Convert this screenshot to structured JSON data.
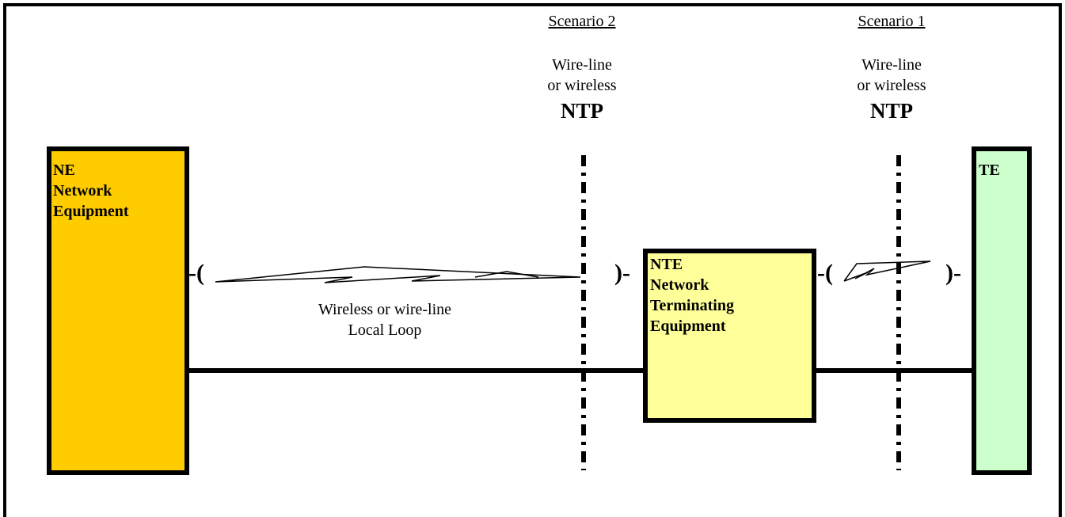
{
  "scenario2": {
    "title": "Scenario 2",
    "medium_line1": "Wire-line",
    "medium_line2": "or wireless",
    "point": "NTP"
  },
  "scenario1": {
    "title": "Scenario 1",
    "medium_line1": "Wire-line",
    "medium_line2": "or wireless",
    "point": "NTP"
  },
  "ne_box": {
    "line1": "NE",
    "line2": "Network",
    "line3": "Equipment",
    "color": "#FFCC00"
  },
  "nte_box": {
    "line1": "NTE",
    "line2": "Network",
    "line3": "Terminating",
    "line4": "Equipment",
    "color": "#FFFF99"
  },
  "te_box": {
    "line1": "TE",
    "color": "#CCFFCC"
  },
  "local_loop": {
    "line1": "Wireless or wire-line",
    "line2": "Local Loop"
  },
  "connectors": {
    "ne_open": "-(",
    "ne_close": ")-",
    "nte_open": "-(",
    "nte_close": ")-"
  }
}
